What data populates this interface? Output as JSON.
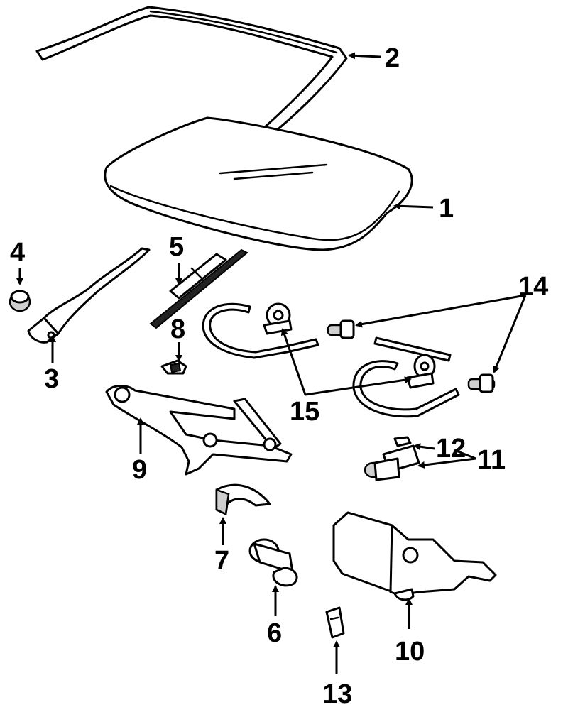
{
  "colors": {
    "line": "#000000",
    "background": "#ffffff",
    "shade": "#cfcfcf"
  },
  "callouts": {
    "c1": "1",
    "c2": "2",
    "c3": "3",
    "c4": "4",
    "c5": "5",
    "c6": "6",
    "c7": "7",
    "c8": "8",
    "c9": "9",
    "c10": "10",
    "c11": "11",
    "c12": "12",
    "c13": "13",
    "c14": "14",
    "c15": "15"
  }
}
